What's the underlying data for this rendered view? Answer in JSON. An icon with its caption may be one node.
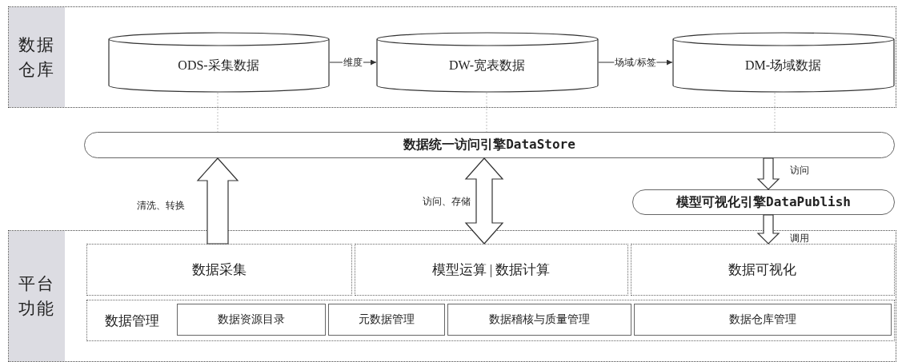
{
  "diagram": {
    "nodes": [
      {
        "text": [
          "数据仓库"
        ]
      },
      {
        "text": [
          "ODS-采集数据"
        ],
        "in": 0
      },
      {
        "text": [
          "DW-宽表数据"
        ],
        "in": 0
      },
      {
        "text": [
          "DM-场域数据"
        ],
        "in": 0
      },
      {
        "text": [
          "数据统一访问引擎DataStore"
        ]
      },
      {
        "text": [
          "模型可视化引擎DataPublish"
        ]
      },
      {
        "text": [
          "平台功能"
        ]
      },
      {
        "text": [
          "数据采集"
        ],
        "in": 6
      },
      {
        "text": [
          "模型运算 | 数据计算"
        ],
        "in": 6
      },
      {
        "text": [
          "数据可视化"
        ],
        "in": 6
      },
      {
        "text": [
          "数据管理"
        ],
        "in": 6
      },
      {
        "text": [
          "数据资源目录"
        ],
        "in": 10
      },
      {
        "text": [
          "元数据管理"
        ],
        "in": 10
      },
      {
        "text": [
          "数据稽核与质量管理"
        ],
        "in": 10
      },
      {
        "text": [
          "数据仓库管理"
        ],
        "in": 10
      }
    ],
    "edges": [
      {
        "from": 1,
        "to": 2,
        "arrow": "to",
        "label": "维度",
        "color": "#333333"
      },
      {
        "from": 2,
        "to": 3,
        "arrow": "to",
        "label": "场域/标签",
        "color": "#333333"
      },
      {
        "from": 1,
        "to": 4,
        "arrow": "none",
        "style": "dashed",
        "color": "#c0c0c0"
      },
      {
        "from": 2,
        "to": 4,
        "arrow": "none",
        "style": "dashed",
        "color": "#c0c0c0"
      },
      {
        "from": 3,
        "to": 4,
        "arrow": "none",
        "style": "dashed",
        "color": "#c0c0c0"
      },
      {
        "from": 7,
        "to": 4,
        "arrow": "to",
        "style": "thick",
        "label": "清洗、转换"
      },
      {
        "from": 8,
        "to": 4,
        "arrow": "both",
        "style": "thick",
        "label": "访问、存储"
      },
      {
        "from": 4,
        "to": 5,
        "arrow": "to",
        "style": "thick",
        "label": "访问"
      },
      {
        "from": 5,
        "to": 9,
        "arrow": "to",
        "style": "thick",
        "label": "调用"
      }
    ]
  }
}
